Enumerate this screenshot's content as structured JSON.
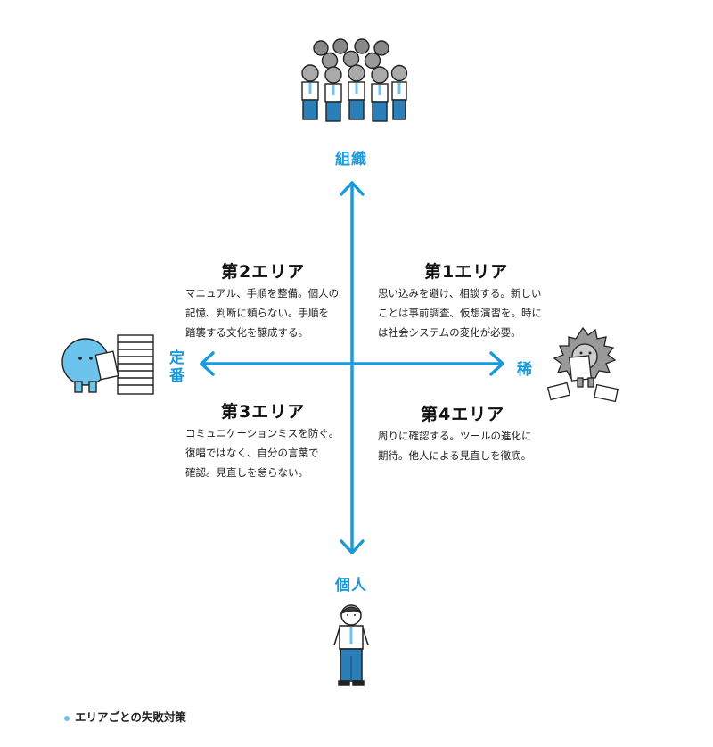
{
  "axes": {
    "top": "組織",
    "bottom": "個人",
    "left": "定番",
    "right": "稀"
  },
  "quadrants": [
    {
      "title": "第2エリア",
      "lines": [
        "マニュアル、手順を整備。個人の",
        "記憶、判断に頼らない。手順を",
        "踏襲する文化を醸成する。"
      ]
    },
    {
      "title": "第1エリア",
      "lines": [
        "思い込みを避け、相談する。新しい",
        "ことは事前調査、仮想演習を。時に",
        "は社会システムの変化が必要。"
      ]
    },
    {
      "title": "第3エリア",
      "lines": [
        "コミュニケーションミスを防ぐ。",
        "復唱ではなく、自分の言葉で",
        "確認。見直しを怠らない。"
      ]
    },
    {
      "title": "第4エリア",
      "lines": [
        "周りに確認する。ツールの進化に",
        "期待。他人による見直しを徹底。"
      ]
    }
  ],
  "caption": "エリアごとの失敗対策",
  "colors": {
    "accent": "#1a9ad9",
    "shirt_tie": "#6cc3ec",
    "pants": "#2a7fb8"
  },
  "icons": [
    "group-of-people-icon",
    "single-person-icon",
    "blue-character-with-papers-icon",
    "hedgehog-character-reading-icon"
  ]
}
